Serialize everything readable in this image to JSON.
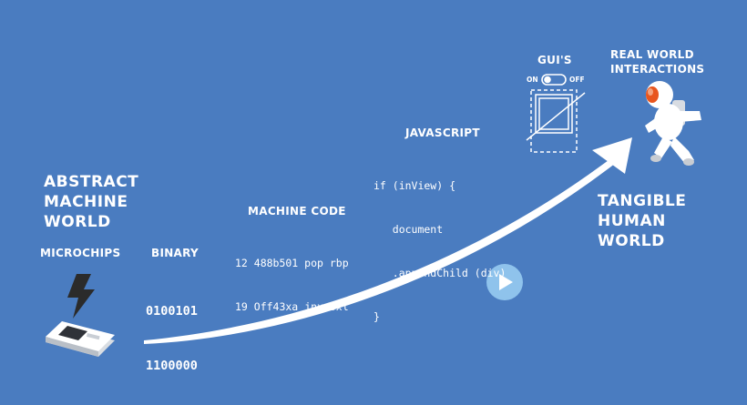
{
  "left": {
    "title_lines": [
      "ABSTRACT",
      "MACHINE",
      "WORLD"
    ],
    "microchips_label": "MICROCHIPS",
    "binary_label": "BINARY",
    "binary_lines": [
      "0100101",
      "1100000"
    ]
  },
  "machine_code": {
    "label": "MACHINE CODE",
    "lines": [
      "12 488b501 pop rbp",
      "19 Off43xa jnx oxl"
    ]
  },
  "javascript": {
    "label": "JAVASCRIPT",
    "lines": [
      "if (inView) {",
      "   document",
      "   .appendChild (div)",
      "}"
    ]
  },
  "guis": {
    "label": "GUI'S",
    "toggle_on": "ON",
    "toggle_off": "OFF"
  },
  "real_world": {
    "label_lines": [
      "REAL WORLD",
      "INTERACTIONS"
    ]
  },
  "right": {
    "title_lines": [
      "TANGIBLE",
      "HUMAN",
      "WORLD"
    ]
  },
  "colors": {
    "background": "#4a7cc0",
    "arrow": "#ffffff",
    "play_button": "#8fc3ec",
    "bolt": "#2b2b2b"
  }
}
